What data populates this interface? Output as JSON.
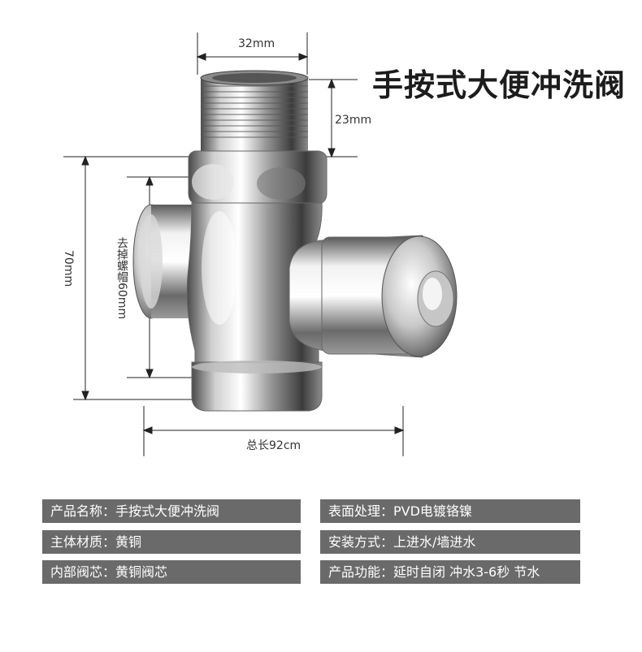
{
  "title": "手按式大便冲洗阀",
  "dimensions": {
    "pipe_diameter": "32mm",
    "thread_length": "23mm",
    "height": "70mm",
    "cap_removed": "去掉螺帽60mm",
    "total_length": "总长92cm"
  },
  "specs": [
    {
      "label": "产品名称：",
      "value": "手按式大便冲洗阀"
    },
    {
      "label": "表面处理：",
      "value": "PVD电镀铬镍"
    },
    {
      "label": "主体材质：",
      "value": "黄铜"
    },
    {
      "label": "安装方式：",
      "value": "上进水/墙进水"
    },
    {
      "label": "内部阀芯：",
      "value": "黄铜阀芯"
    },
    {
      "label": "产品功能：",
      "value": "延时自闭 冲水3-6秒 节水"
    }
  ],
  "colors": {
    "spec_background": "#6a6a6a",
    "spec_text": "#ffffff",
    "chrome_light": "#f4f4f4",
    "chrome_dark": "#5a5a5a"
  }
}
